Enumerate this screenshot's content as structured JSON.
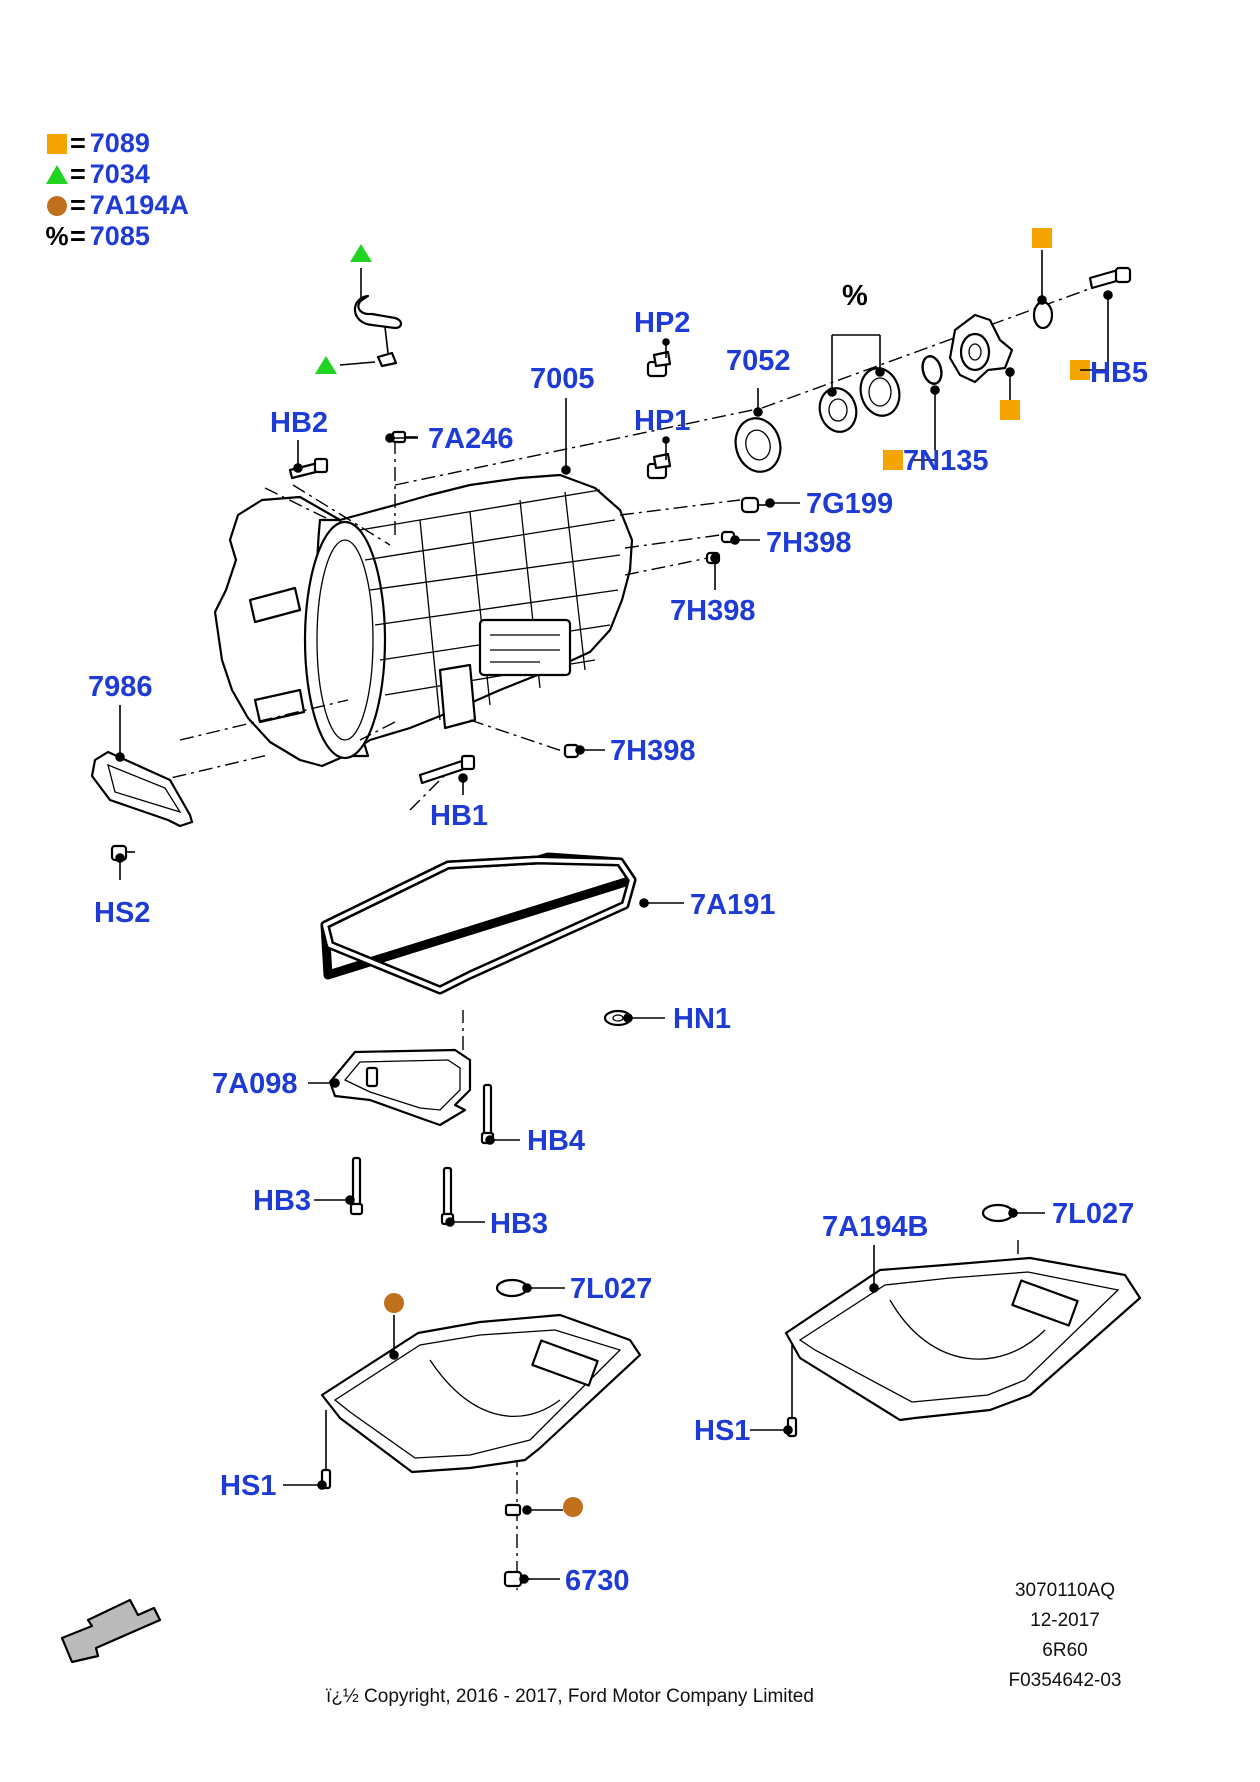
{
  "legend": [
    {
      "symbol": "square",
      "color": "#f5a400",
      "code": "7089"
    },
    {
      "symbol": "triangle",
      "color": "#22d422",
      "code": "7034"
    },
    {
      "symbol": "circle",
      "color": "#c0701c",
      "code": "7A194A"
    },
    {
      "symbol": "percent",
      "text": "%",
      "code": "7085"
    }
  ],
  "legend_equals": "=",
  "callouts": {
    "hp2": "HP2",
    "hp1": "HP1",
    "c7005": "7005",
    "c7052": "7052",
    "pct": "%",
    "hb5": "HB5",
    "c7n135": "7N135",
    "hb2": "HB2",
    "c7a246": "7A246",
    "c7g199": "7G199",
    "c7h398a": "7H398",
    "c7h398b": "7H398",
    "c7h398c": "7H398",
    "c7986": "7986",
    "hb1": "HB1",
    "hs2": "HS2",
    "c7a191": "7A191",
    "hn1": "HN1",
    "c7a098": "7A098",
    "hb4": "HB4",
    "hb3a": "HB3",
    "hb3b": "HB3",
    "c7a194b": "7A194B",
    "c7l027a": "7L027",
    "c7l027b": "7L027",
    "hs1a": "HS1",
    "hs1b": "HS1",
    "c6730": "6730"
  },
  "meta": {
    "code": "3070110AQ",
    "date": "12-2017",
    "model": "6R60",
    "ref": "F0354642-03"
  },
  "copyright": "ï¿½ Copyright, 2016 - 2017, Ford Motor Company Limited",
  "colors": {
    "label": "#1f3bd6",
    "square": "#f5a400",
    "triangle": "#22d422",
    "circle": "#c0701c"
  }
}
